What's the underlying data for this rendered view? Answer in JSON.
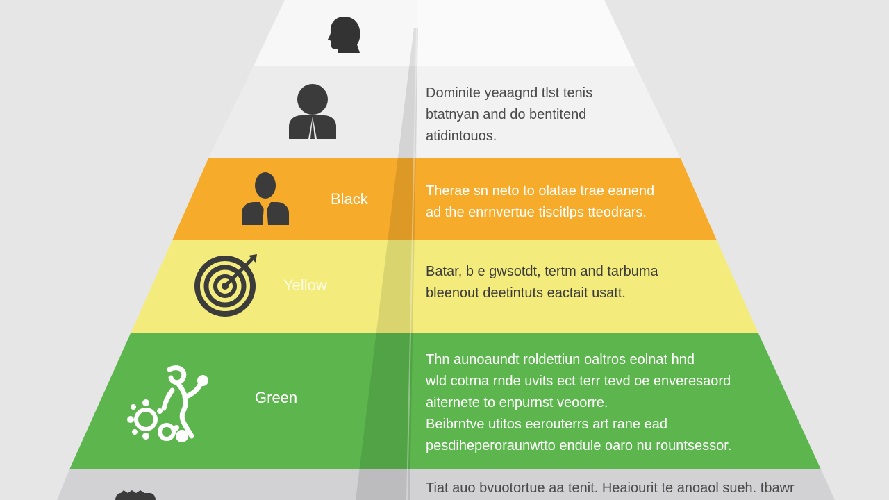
{
  "colors": {
    "background": "#e6e6e7",
    "tier_white": "#f7f7f7",
    "tier_light": "#ececed",
    "tier_orange": "#f6ab2b",
    "tier_yellow": "#f3ec7c",
    "tier_green": "#5cb64d",
    "tier_grey": "#d2d2d4",
    "icon_dark": "#3b3b3b"
  },
  "tiers": [
    {
      "name": "top",
      "label": "",
      "icon": "person-head-icon",
      "lines": []
    },
    {
      "name": "second",
      "label": "",
      "icon": "user-icon",
      "lines": [
        "Dominite yeaagnd tlst tenis",
        "btatnyan and do bentitend",
        "atidintouos."
      ]
    },
    {
      "name": "black",
      "label": "Black",
      "icon": "businessman-icon",
      "lines": [
        "Therae sn neto to olatae trae eanend",
        "ad the enrnvertue tiscitlps tteodrars."
      ]
    },
    {
      "name": "yellow",
      "label": "Yellow",
      "icon": "target-icon",
      "lines": [
        "Batar, b e gwsotdt, tertm and tarbuma",
        "bleenout deetintuts eactait usatt."
      ]
    },
    {
      "name": "green",
      "label": "Green",
      "icon": "gears-figure-icon",
      "lines": [
        "Thn aunoaundt roldettiun oaltros eolnat hnd",
        "wld cotrna rnde uvits ect terr tevd oe enveresaord",
        "aiternete to enpurnst veoorre.",
        "Beibrntve utitos eerouterrs art rane ead",
        "pesdiheperoraunwtto endule oaro nu rountsessor."
      ]
    },
    {
      "name": "bottom",
      "label": "",
      "icon": "gear-icon",
      "lines": [
        "Tiat auo bvuotortue aa tenit. Heaiourit te anoaol sueh. tbawr"
      ]
    }
  ]
}
